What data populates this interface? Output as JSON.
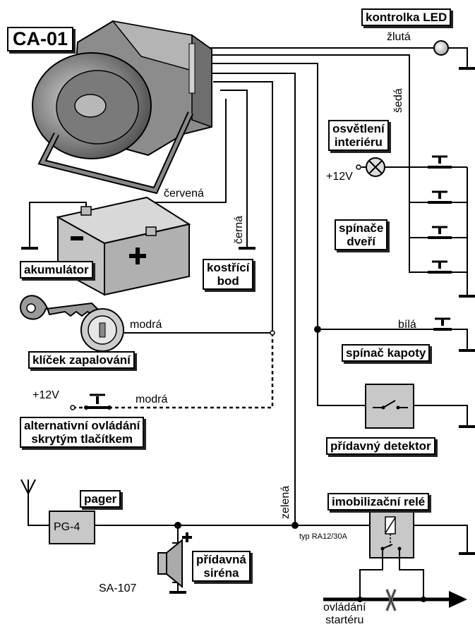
{
  "title": "CA-01",
  "labels": {
    "led": "kontrolka LED",
    "interior_line1": "osvětlení",
    "interior_line2": "interiéru",
    "door_line1": "spínače",
    "door_line2": "dveří",
    "battery": "akumulátor",
    "ground_line1": "kostřící",
    "ground_line2": "bod",
    "ignition": "klíček zapalování",
    "alt_line1": "alternativní ovládání",
    "alt_line2": "skrytým tlačítkem",
    "hood": "spínač kapoty",
    "detector": "přídavný detektor",
    "pager": "pager",
    "immobilizer": "imobilizační relé",
    "siren_line1": "přídavná",
    "siren_line2": "siréna"
  },
  "text": {
    "yellow": "žlutá",
    "grey": "šedá",
    "plus12_a": "+12V",
    "red": "červená",
    "black": "černá",
    "blue_a": "modrá",
    "plus12_b": "+12V",
    "blue_b": "modrá",
    "white": "bílá",
    "green": "zelená",
    "pg4": "PG-4",
    "relay_type": "typ RA12/30A",
    "sa107": "SA-107",
    "starter_line1": "ovládání",
    "starter_line2": "startéru"
  }
}
